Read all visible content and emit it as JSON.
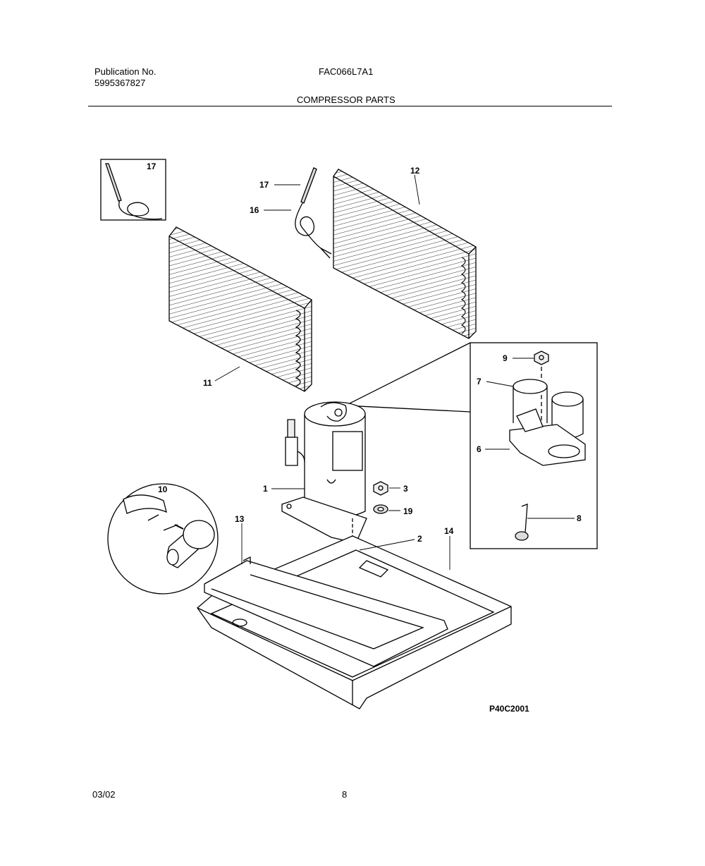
{
  "header": {
    "publication_label": "Publication No.",
    "publication_number": "5995367827",
    "model": "FAC066L7A1",
    "section_title": "COMPRESSOR PARTS"
  },
  "callouts": {
    "c17_inset": "17",
    "c17": "17",
    "c16": "16",
    "c12": "12",
    "c11": "11",
    "c9": "9",
    "c7": "7",
    "c6": "6",
    "c8": "8",
    "c1": "1",
    "c3": "3",
    "c19": "19",
    "c10": "10",
    "c13": "13",
    "c14": "14",
    "c2": "2"
  },
  "diagram_code": "P40C2001",
  "footer": {
    "date": "03/02",
    "page": "8"
  }
}
